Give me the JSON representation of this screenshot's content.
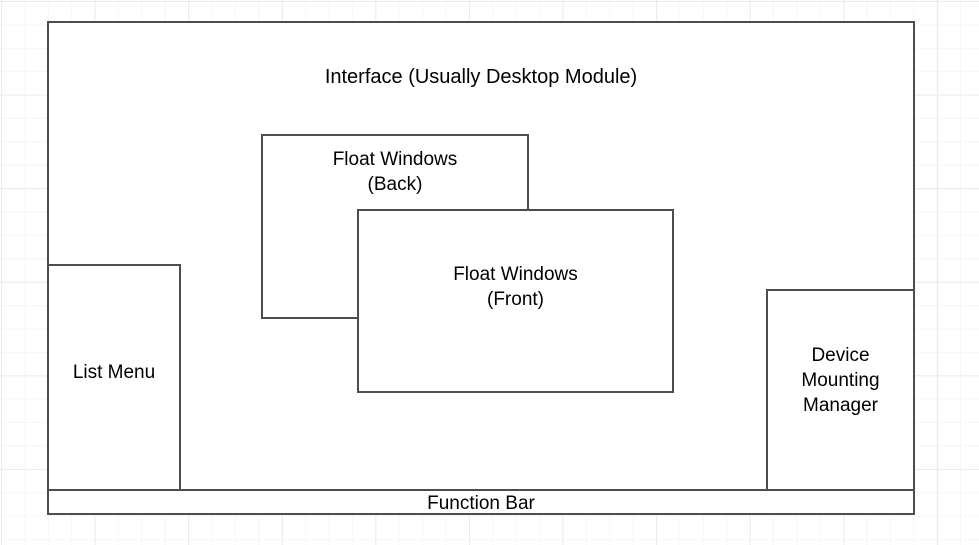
{
  "diagram": {
    "type": "ui-architecture-block-diagram",
    "background": {
      "grid": true,
      "grid_minor_color": "#f6f6f6",
      "grid_major_color": "#ebebeb",
      "page_color": "#ffffff"
    },
    "stroke_color": "#4d4d4d",
    "fill_color": "#ffffff",
    "text_color": "#000000",
    "blocks": [
      {
        "id": "interface-frame",
        "label": "Interface (Usually Desktop Module)",
        "role": "outer-container",
        "label_position": "top-center"
      },
      {
        "id": "list-menu",
        "label": "List Menu",
        "role": "left-panel",
        "label_position": "center"
      },
      {
        "id": "float-window-back",
        "label": "Float Windows\n(Back)",
        "label_line1": "Float Windows",
        "label_line2": "(Back)",
        "role": "floating-window",
        "stacking": "back",
        "label_position": "top-center"
      },
      {
        "id": "float-window-front",
        "label": "Float Windows\n(Front)",
        "label_line1": "Float Windows",
        "label_line2": "(Front)",
        "role": "floating-window",
        "stacking": "front",
        "label_position": "center"
      },
      {
        "id": "device-mounting-manager",
        "label": "Device\nMounting\nManager",
        "label_line1": "Device",
        "label_line2": "Mounting",
        "label_line3": "Manager",
        "role": "right-panel",
        "label_position": "center"
      },
      {
        "id": "function-bar",
        "label": "Function Bar",
        "role": "bottom-bar",
        "label_position": "center"
      }
    ]
  }
}
